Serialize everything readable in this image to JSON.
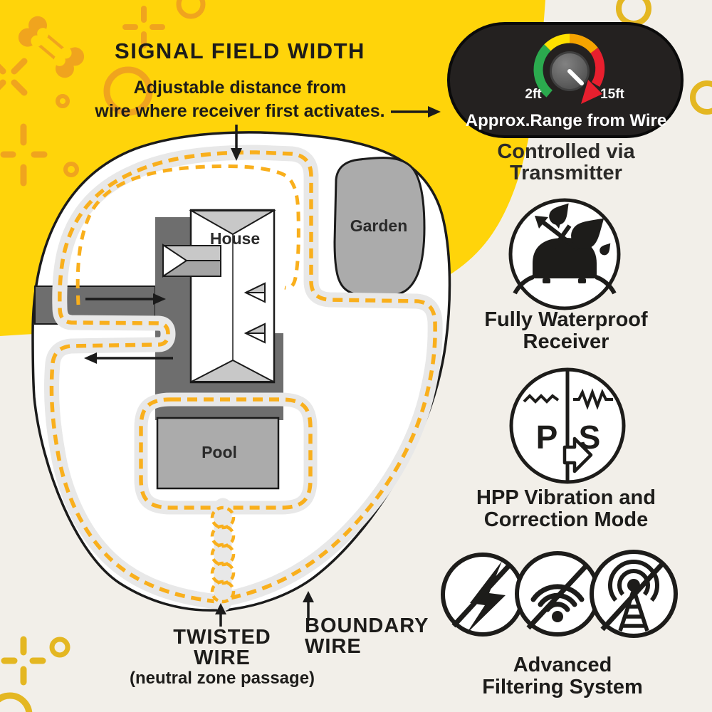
{
  "header": {
    "title": "SIGNAL FIELD WIDTH",
    "subtitle_line1": "Adjustable distance from",
    "subtitle_line2": "wire where receiver first activates."
  },
  "transmitter": {
    "min_label": "2ft",
    "max_label": "15ft",
    "caption": "Approx.Range from Wire",
    "title_line1": "Controlled via",
    "title_line2": "Transmitter",
    "panel_color": "#242120",
    "gauge_segments": [
      {
        "name": "low",
        "color": "#2BAA4E"
      },
      {
        "name": "mid-low",
        "color": "#FFE100"
      },
      {
        "name": "mid-high",
        "color": "#F5A300"
      },
      {
        "name": "high",
        "color": "#E81F2E"
      }
    ]
  },
  "map": {
    "house_label": "House",
    "garden_label": "Garden",
    "pool_label": "Pool",
    "yard_fill": "#FFFFFF",
    "outline_color": "#1B1B1B",
    "signal_field_color": "#E8E8E8",
    "wire_color": "#F9AF1C",
    "hardscape_color": "#6E6E6E",
    "structure_color": "#ABABAB"
  },
  "callouts": {
    "twisted_line1": "TWISTED",
    "twisted_line2": "WIRE",
    "twisted_note": "(neutral zone passage)",
    "boundary_line1": "BOUNDARY",
    "boundary_line2": "WIRE"
  },
  "features": [
    {
      "id": "waterproof",
      "line1": "Fully Waterproof",
      "line2": "Receiver"
    },
    {
      "id": "hpp",
      "line1": "HPP Vibration and",
      "line2": "Correction Mode",
      "p": "P",
      "s": "S"
    },
    {
      "id": "filtering",
      "line1": "Advanced",
      "line2": "Filtering System"
    }
  ],
  "background": {
    "canvas_color": "#F2EFE9",
    "blob_color": "#FFD40A",
    "decor_on_yellow_color": "#F0A41E",
    "decor_on_cream_color": "#E4B722"
  }
}
